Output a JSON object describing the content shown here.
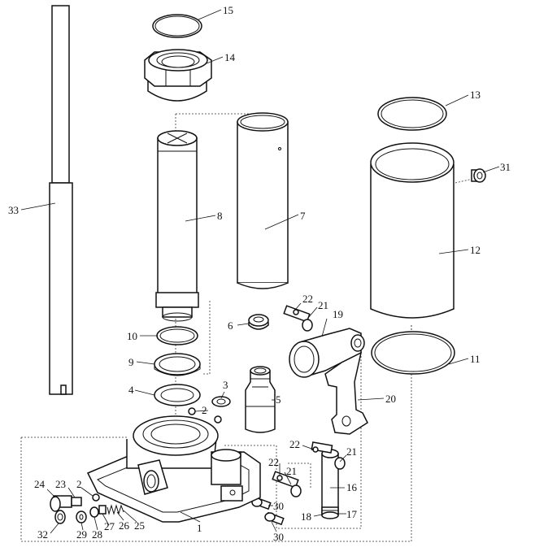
{
  "parts": [
    {
      "id": "p1",
      "number": "1",
      "name": "base"
    },
    {
      "id": "p2a",
      "number": "2",
      "name": "ball"
    },
    {
      "id": "p2b",
      "number": "2",
      "name": "ball"
    },
    {
      "id": "p3",
      "number": "3",
      "name": "washer"
    },
    {
      "id": "p4",
      "number": "4",
      "name": "seal-ring"
    },
    {
      "id": "p5",
      "number": "5",
      "name": "pump-body"
    },
    {
      "id": "p6",
      "number": "6",
      "name": "cap"
    },
    {
      "id": "p7",
      "number": "7",
      "name": "cylinder"
    },
    {
      "id": "p8",
      "number": "8",
      "name": "ram"
    },
    {
      "id": "p9",
      "number": "9",
      "name": "seal-ring"
    },
    {
      "id": "p10",
      "number": "10",
      "name": "o-ring"
    },
    {
      "id": "p11",
      "number": "11",
      "name": "o-ring"
    },
    {
      "id": "p12",
      "number": "12",
      "name": "reservoir"
    },
    {
      "id": "p13",
      "number": "13",
      "name": "o-ring"
    },
    {
      "id": "p14",
      "number": "14",
      "name": "top-nut"
    },
    {
      "id": "p15",
      "number": "15",
      "name": "o-ring"
    },
    {
      "id": "p16",
      "number": "16",
      "name": "plunger"
    },
    {
      "id": "p17",
      "number": "17",
      "name": "seal"
    },
    {
      "id": "p18",
      "number": "18",
      "name": "seal"
    },
    {
      "id": "p19",
      "number": "19",
      "name": "socket"
    },
    {
      "id": "p20",
      "number": "20",
      "name": "link"
    },
    {
      "id": "p21a",
      "number": "21",
      "name": "pin"
    },
    {
      "id": "p21b",
      "number": "21",
      "name": "pin"
    },
    {
      "id": "p21c",
      "number": "21",
      "name": "pin"
    },
    {
      "id": "p22a",
      "number": "22",
      "name": "clip"
    },
    {
      "id": "p22b",
      "number": "22",
      "name": "clip"
    },
    {
      "id": "p22c",
      "number": "22",
      "name": "clip"
    },
    {
      "id": "p23",
      "number": "23",
      "name": "spring"
    },
    {
      "id": "p24",
      "number": "24",
      "name": "release-screw"
    },
    {
      "id": "p25",
      "number": "25",
      "name": "spring"
    },
    {
      "id": "p26",
      "number": "26",
      "name": "spring"
    },
    {
      "id": "p27",
      "number": "27",
      "name": "washer"
    },
    {
      "id": "p28",
      "number": "28",
      "name": "nut"
    },
    {
      "id": "p29",
      "number": "29",
      "name": "screw"
    },
    {
      "id": "p30a",
      "number": "30",
      "name": "bolt"
    },
    {
      "id": "p30b",
      "number": "30",
      "name": "bolt"
    },
    {
      "id": "p31",
      "number": "31",
      "name": "filler-plug"
    },
    {
      "id": "p32",
      "number": "32",
      "name": "washer"
    },
    {
      "id": "p33",
      "number": "33",
      "name": "handle"
    }
  ]
}
